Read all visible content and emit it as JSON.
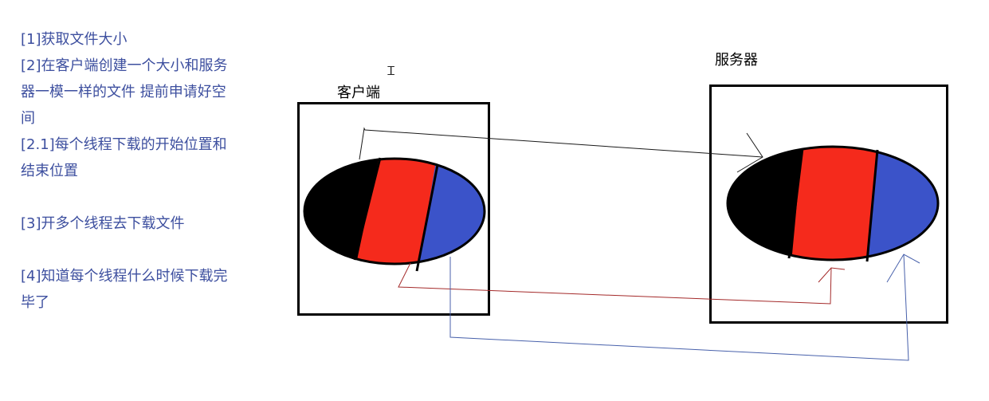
{
  "notes": [
    {
      "lines": [
        "[1]获取文件大小"
      ]
    },
    {
      "lines": [
        "[2]在客户端创建一个大小和服务",
        "器一模一样的文件 提前申请好空",
        "间"
      ]
    },
    {
      "lines": [
        "[2.1]每个线程下载的开始位置和",
        "结束位置"
      ]
    },
    {
      "gap": true
    },
    {
      "lines": [
        "[3]开多个线程去下载文件"
      ]
    },
    {
      "gap": true
    },
    {
      "lines": [
        "[4]知道每个线程什么时候下载完",
        "毕了"
      ]
    }
  ],
  "client_label": "客户端",
  "server_label": "服务器",
  "segment_colors": {
    "black": "#000000",
    "red": "#f52a1c",
    "blue": "#3b53c9"
  },
  "arrow_colors": {
    "black": "#1a1a1a",
    "red": "#a42a2a",
    "blue": "#4861ab"
  },
  "text_color": "#3d4f9f",
  "cursor_icon": "text-cursor-icon"
}
